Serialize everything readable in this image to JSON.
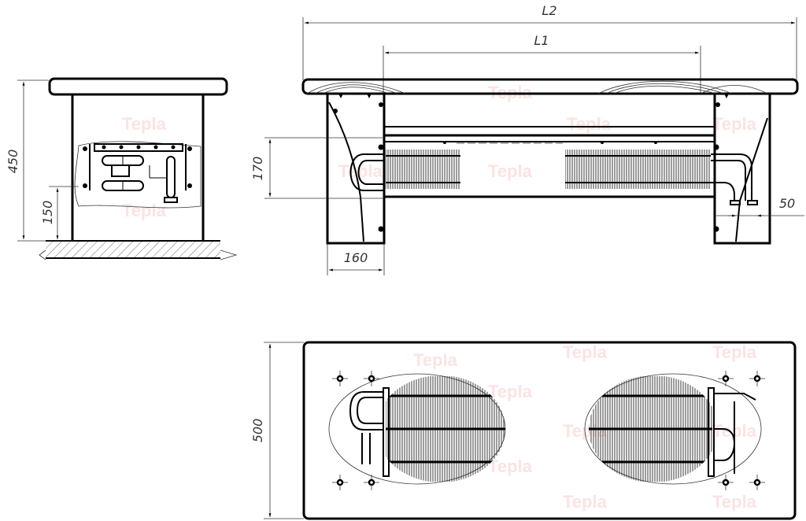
{
  "drawing": {
    "watermark": "Tepla",
    "colors": {
      "line": "#000000",
      "dimension": "#333333",
      "watermark": "#fbe3e3"
    }
  },
  "views": {
    "side": {
      "dims": {
        "height_total": "450",
        "height_inlet": "150"
      }
    },
    "front": {
      "dims": {
        "length_total": "L2",
        "length_inner": "L1",
        "height_coil": "170",
        "leg_width": "160",
        "pipe_offset": "50"
      }
    },
    "top": {
      "dims": {
        "width": "500"
      }
    }
  }
}
